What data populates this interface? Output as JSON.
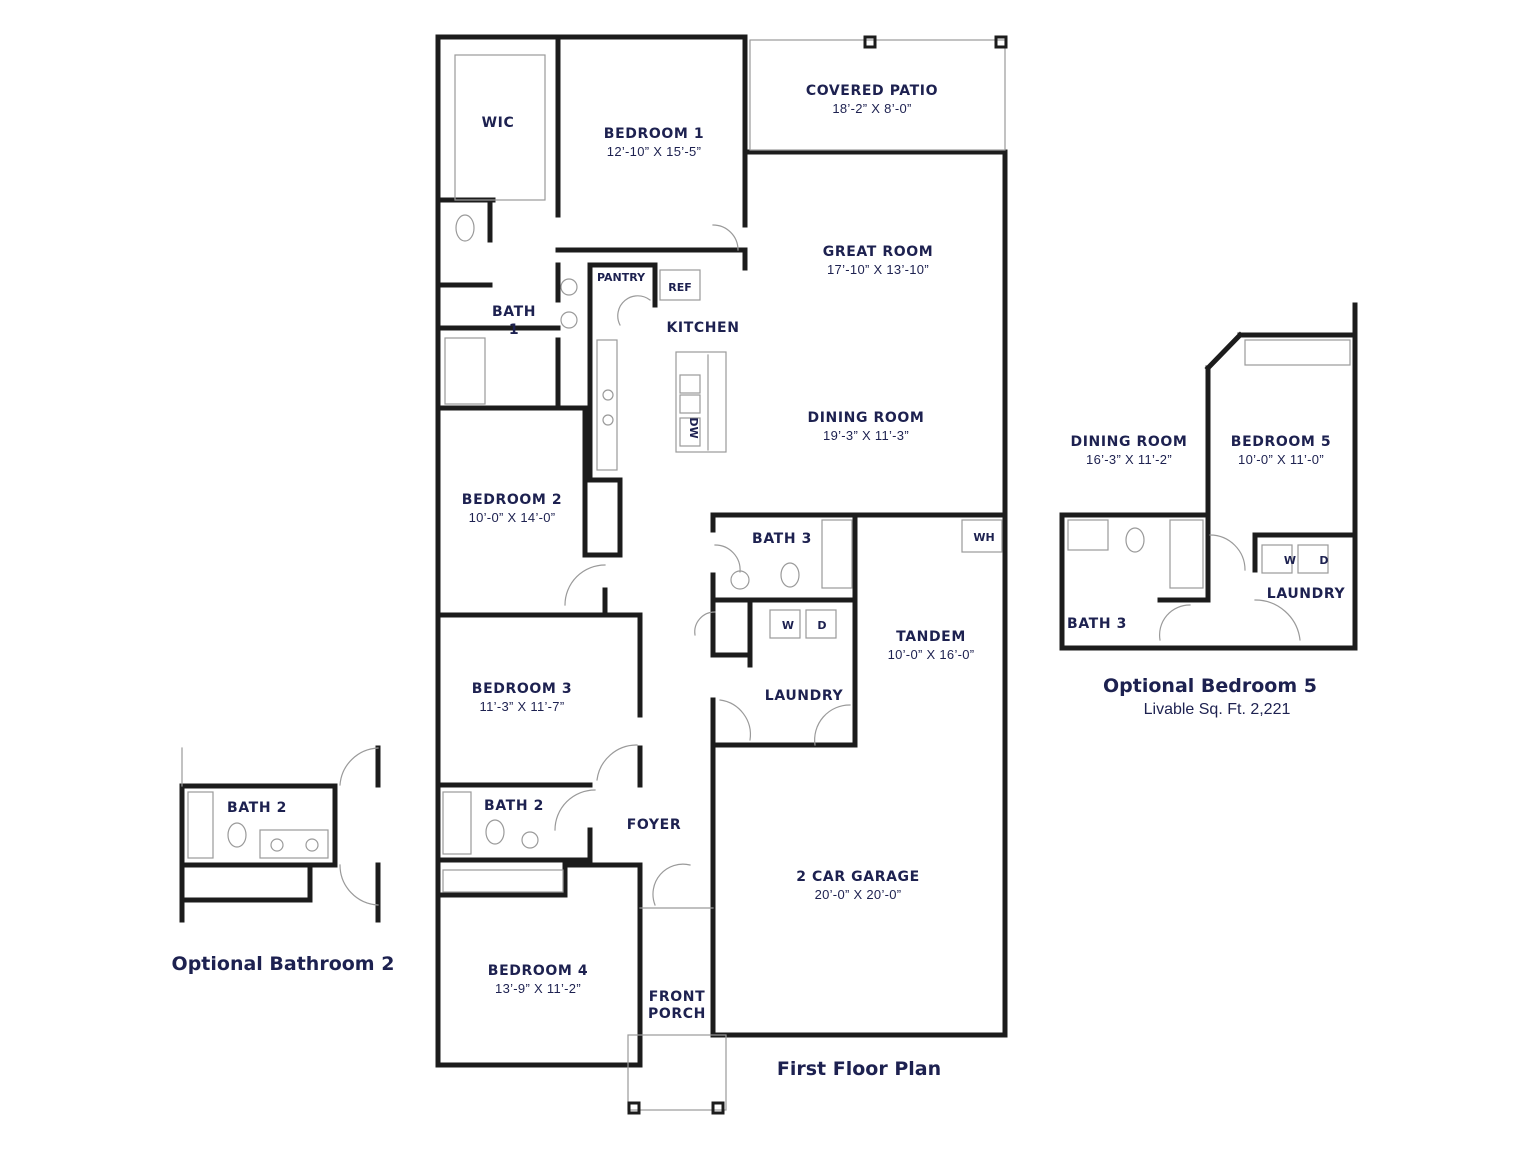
{
  "colors": {
    "wall": "#1c1c1c",
    "text": "#1d2150",
    "fixture": "#9a9a9a"
  },
  "main_plan": {
    "caption": "First Floor Plan",
    "rooms": [
      {
        "id": "wic",
        "name": "WIC"
      },
      {
        "id": "bedroom1",
        "name": "BEDROOM 1",
        "dims": "12’-10” X 15’-5”"
      },
      {
        "id": "covered_patio",
        "name": "COVERED PATIO",
        "dims": "18’-2” X 8’-0”"
      },
      {
        "id": "great_room",
        "name": "GREAT ROOM",
        "dims": "17’-10” X 13’-10”"
      },
      {
        "id": "pantry",
        "name": "PANTRY"
      },
      {
        "id": "ref",
        "name": "REF"
      },
      {
        "id": "kitchen",
        "name": "KITCHEN"
      },
      {
        "id": "dw",
        "name": "DW"
      },
      {
        "id": "bath1",
        "name": "BATH",
        "name2": "1"
      },
      {
        "id": "dining_room",
        "name": "DINING ROOM",
        "dims": "19’-3” X 11’-3”"
      },
      {
        "id": "bedroom2",
        "name": "BEDROOM 2",
        "dims": "10’-0” X 14’-0”"
      },
      {
        "id": "bath3",
        "name": "BATH 3"
      },
      {
        "id": "wh",
        "name": "WH"
      },
      {
        "id": "washer",
        "name": "W"
      },
      {
        "id": "dryer",
        "name": "D"
      },
      {
        "id": "tandem",
        "name": "TANDEM",
        "dims": "10’-0” X 16’-0”"
      },
      {
        "id": "bedroom3",
        "name": "BEDROOM 3",
        "dims": "11’-3” X 11’-7”"
      },
      {
        "id": "laundry",
        "name": "LAUNDRY"
      },
      {
        "id": "bath2",
        "name": "BATH 2"
      },
      {
        "id": "foyer",
        "name": "FOYER"
      },
      {
        "id": "garage",
        "name": "2 CAR GARAGE",
        "dims": "20’-0” X 20’-0”"
      },
      {
        "id": "bedroom4",
        "name": "BEDROOM 4",
        "dims": "13’-9” X 11’-2”"
      },
      {
        "id": "front_porch",
        "name": "FRONT",
        "name2": "PORCH"
      }
    ]
  },
  "optional_bathroom2": {
    "caption": "Optional Bathroom 2",
    "rooms": [
      {
        "id": "opt_bath2",
        "name": "BATH 2"
      }
    ]
  },
  "optional_bedroom5": {
    "caption": "Optional Bedroom 5",
    "subcaption": "Livable Sq. Ft. 2,221",
    "rooms": [
      {
        "id": "opt_dining",
        "name": "DINING ROOM",
        "dims": "16’-3” X 11’-2”"
      },
      {
        "id": "opt_bedroom5",
        "name": "BEDROOM 5",
        "dims": "10’-0” X 11’-0”"
      },
      {
        "id": "opt_w",
        "name": "W"
      },
      {
        "id": "opt_d",
        "name": "D"
      },
      {
        "id": "opt_laundry",
        "name": "LAUNDRY"
      },
      {
        "id": "opt_bath3",
        "name": "BATH 3"
      }
    ]
  }
}
